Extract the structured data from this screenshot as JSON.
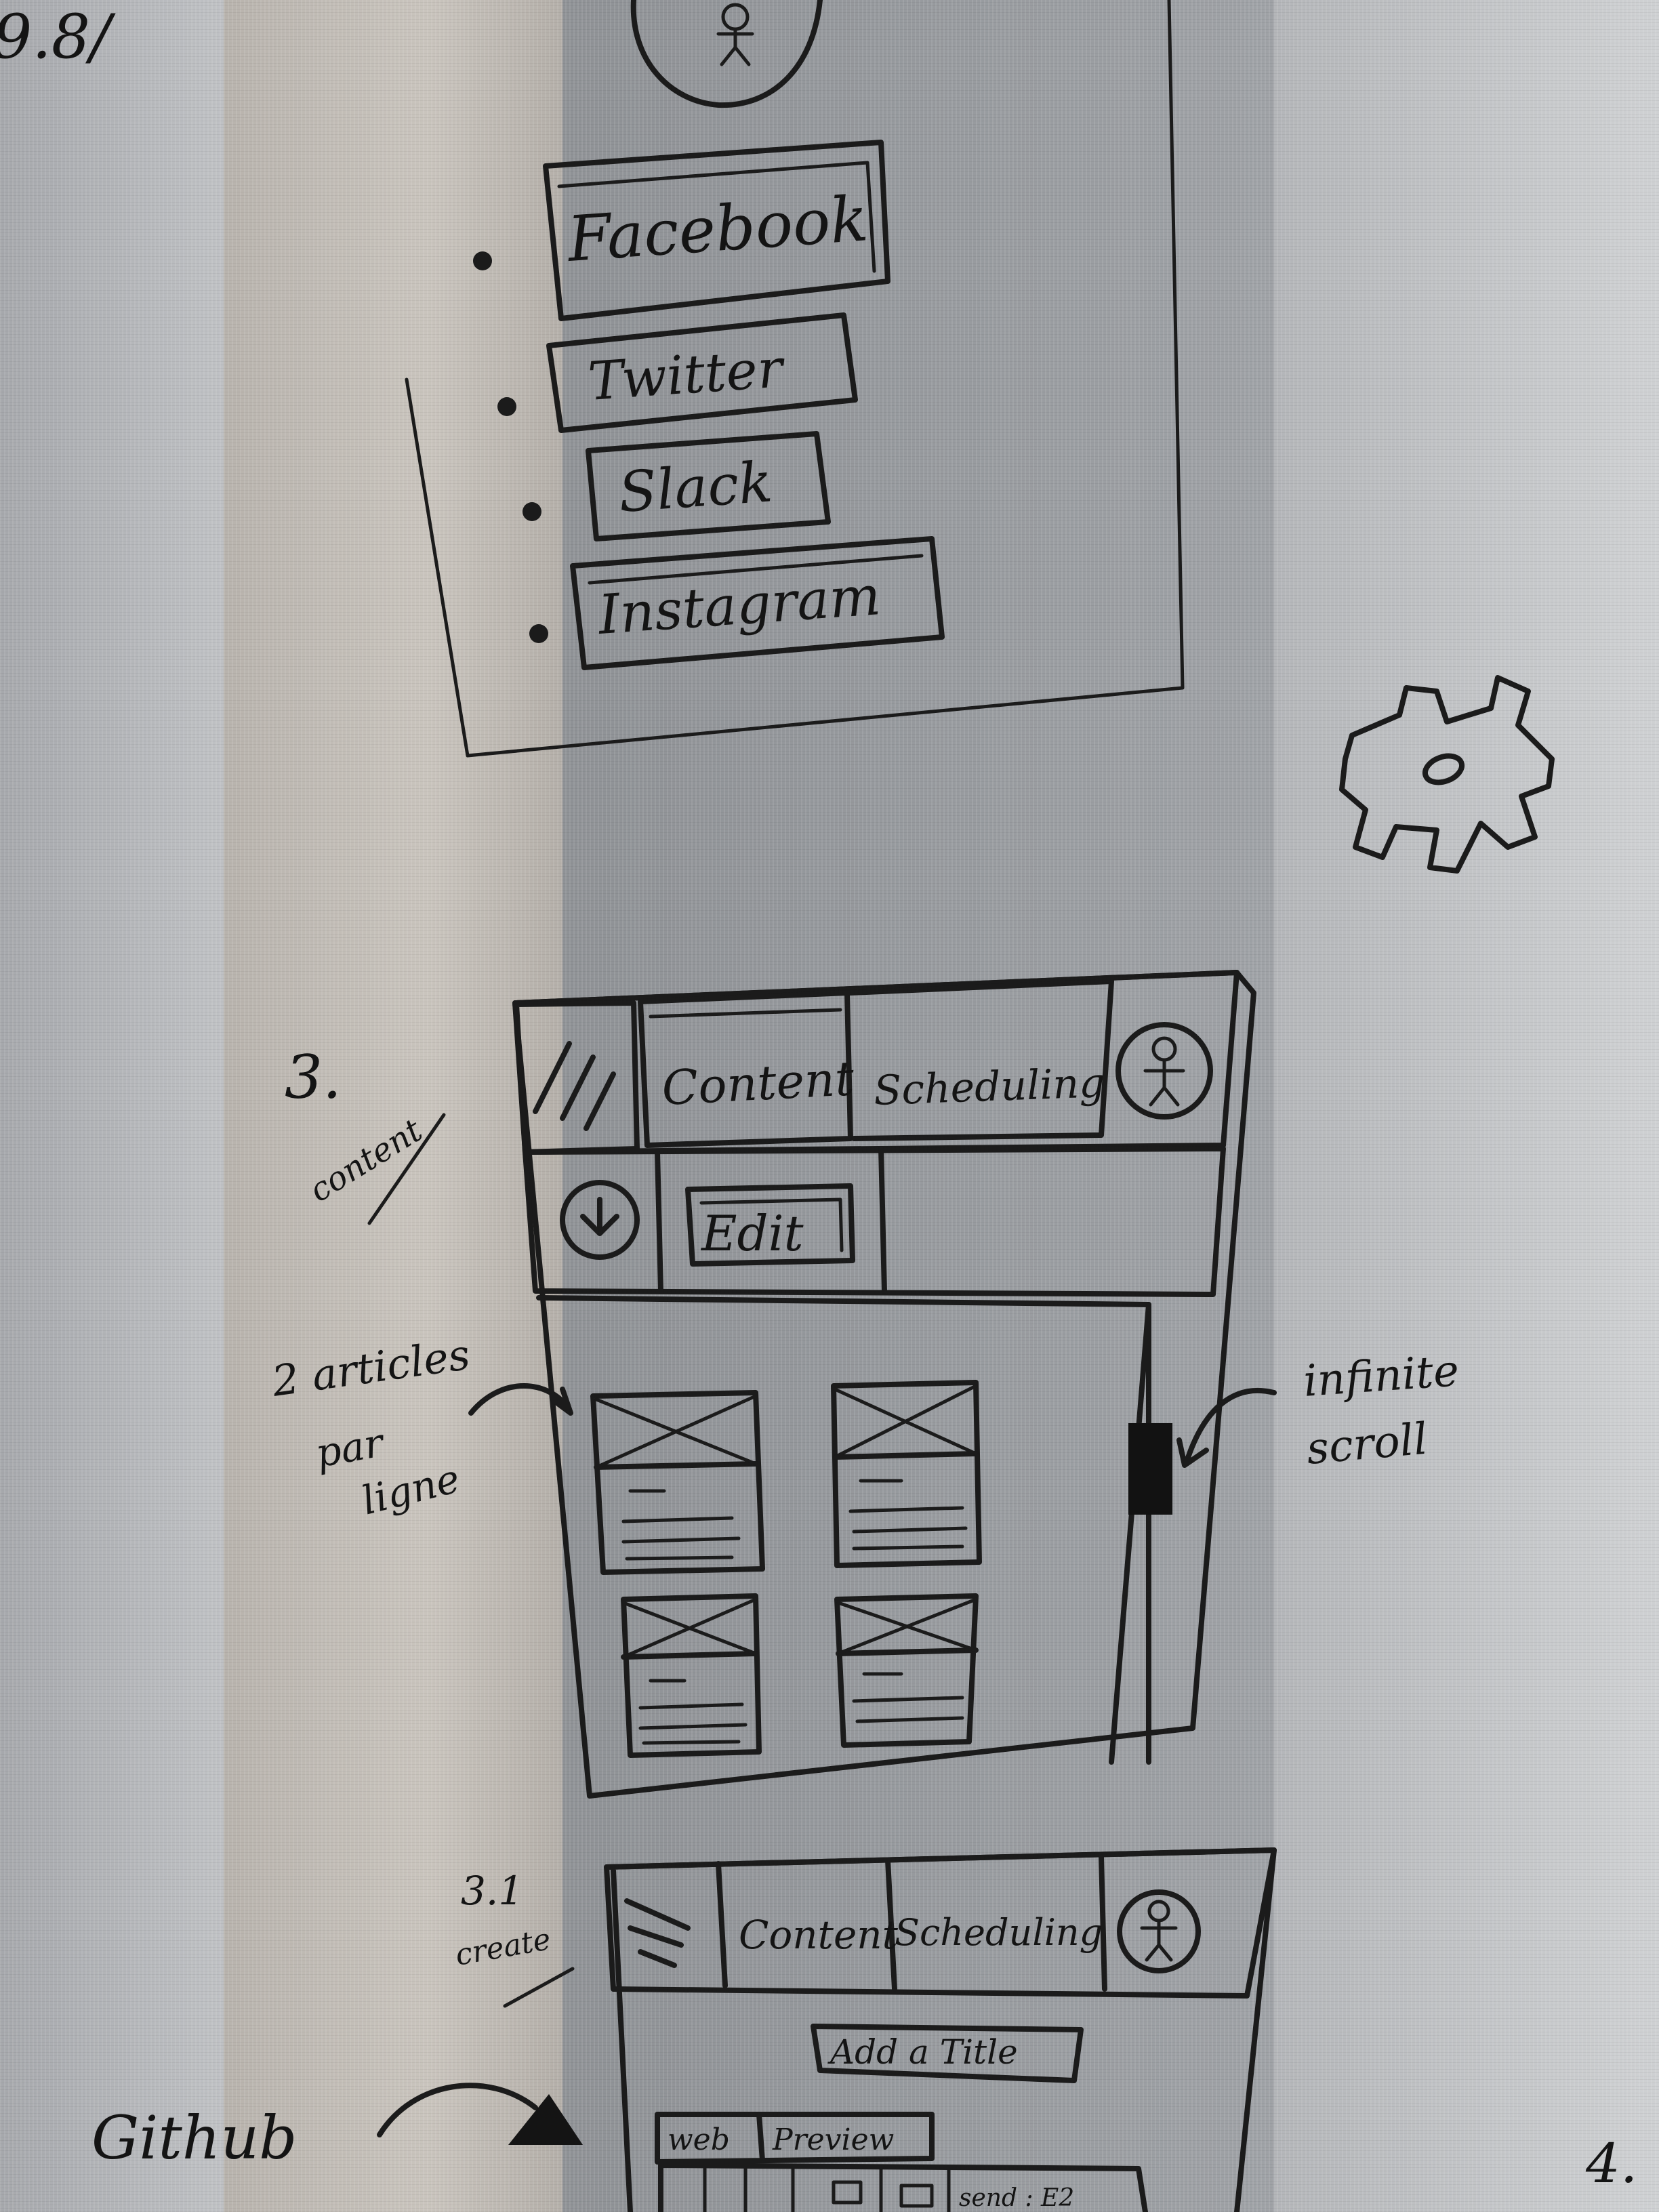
{
  "social_accounts": {
    "items": [
      {
        "label": "Facebook"
      },
      {
        "label": "Twitter"
      },
      {
        "label": "Slack"
      },
      {
        "label": "Instagram"
      }
    ]
  },
  "screen_content": {
    "number": "3.",
    "caption": "content",
    "nav": {
      "content_tab": "Content",
      "scheduling_tab": "Scheduling"
    },
    "toolbar": {
      "edit_button": "Edit"
    },
    "notes": {
      "articles_per_line": [
        "2 articles",
        "par",
        "ligne"
      ],
      "infinite_scroll": [
        "infinite",
        "scroll"
      ]
    }
  },
  "screen_create": {
    "number": "3.1",
    "caption": "create",
    "nav": {
      "content_tab": "Content",
      "scheduling_tab": "Scheduling"
    },
    "title_field": "Add a Title",
    "editor_tabs": [
      "web",
      "Preview"
    ],
    "editor_toolbar_text": "send : E2"
  },
  "side_notes": {
    "top_left": "9.8/",
    "github": "Github",
    "bottom_right": "4."
  }
}
